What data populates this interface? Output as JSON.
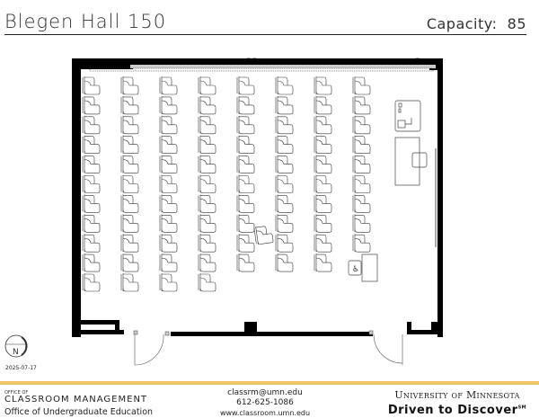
{
  "header": {
    "room": "Blegen Hall 150",
    "capacity_label": "Capacity:",
    "capacity": "85"
  },
  "plan": {
    "seating_columns_rows": [
      11,
      11,
      11,
      11,
      10,
      10,
      10,
      9
    ],
    "compass_label": "N",
    "date": "2025-07-17"
  },
  "footer": {
    "office_of": "OFFICE OF",
    "office_name": "CLASSROOM MANAGEMENT",
    "department": "Office of Undergraduate Education",
    "email": "classrm@umn.edu",
    "phone": "612-625-1086",
    "website": "www.classroom.umn.edu",
    "university": "University of Minnesota",
    "tagline": "Driven to Discover",
    "tagline_mark": "SM"
  }
}
